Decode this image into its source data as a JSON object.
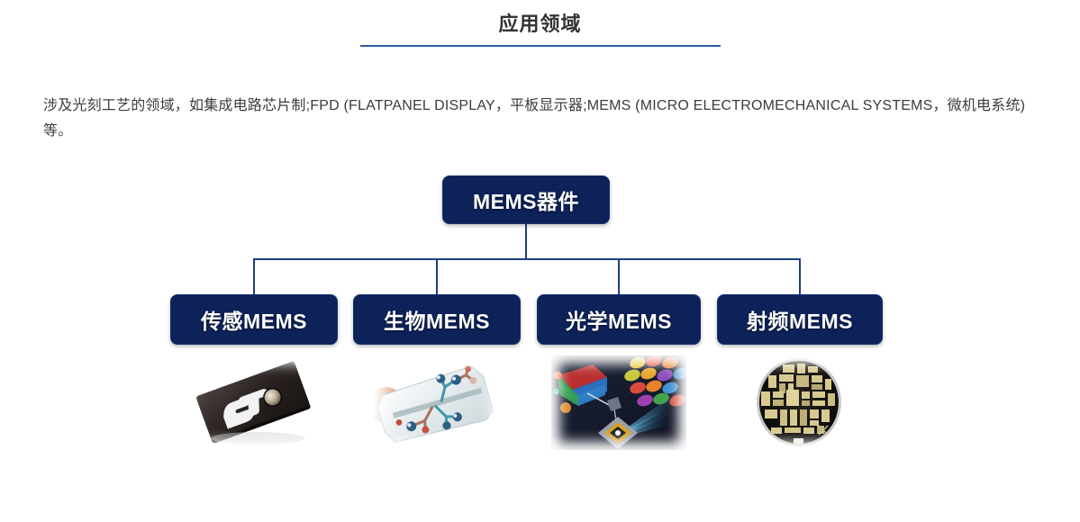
{
  "header": {
    "title": "应用领域",
    "rule_color": "#2e5aa8"
  },
  "intro": {
    "paragraph": "涉及光刻工艺的领域，如集成电路芯片制;FPD (FLATPANEL DISPLAY，平板显示器;MEMS (MICRO ELECTROMECHANICAL SYSTEMS，微机电系统) 等。"
  },
  "diagram": {
    "node_fill": "#0d2259",
    "connector_color": "#1d3f82",
    "root": {
      "label": "MEMS器件"
    },
    "children": [
      {
        "label": "传感MEMS",
        "image_name": "st-mems-sensor-chip-photo"
      },
      {
        "label": "生物MEMS",
        "image_name": "microfluidic-lab-on-chip-photo"
      },
      {
        "label": "光学MEMS",
        "image_name": "optical-micromirror-dmd-render"
      },
      {
        "label": "射频MEMS",
        "image_name": "rf-mems-circular-die-photo"
      }
    ]
  }
}
